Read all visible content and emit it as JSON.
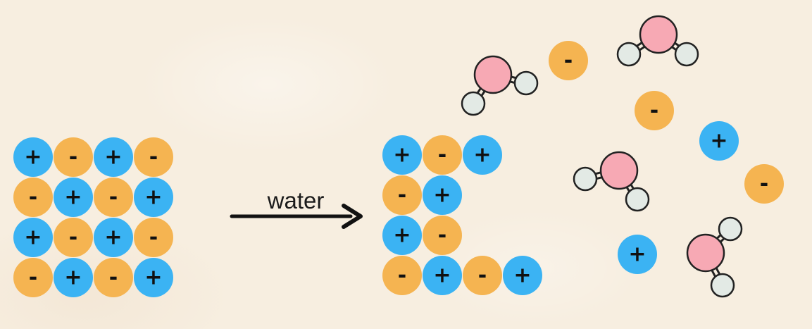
{
  "colors": {
    "cation": "#3bb3f3",
    "anion": "#f5b451",
    "oxygen": "#f7a9b4",
    "hydrogen": "#e3eae5",
    "stroke": "#222222",
    "background": "#f7eee0"
  },
  "signs": {
    "cation": "+",
    "anion": "-"
  },
  "arrow": {
    "label": "water"
  },
  "crystal": {
    "rows": [
      [
        "cation",
        "anion",
        "cation",
        "anion"
      ],
      [
        "anion",
        "cation",
        "anion",
        "cation"
      ],
      [
        "cation",
        "anion",
        "cation",
        "anion"
      ],
      [
        "anion",
        "cation",
        "anion",
        "cation"
      ]
    ]
  },
  "dissolving_crystal": {
    "rows": [
      [
        "cation",
        "anion",
        "cation"
      ],
      [
        "anion",
        "cation"
      ],
      [
        "cation",
        "anion"
      ],
      [
        "anion",
        "cation",
        "anion",
        "cation"
      ]
    ]
  },
  "free_ions": [
    "anion",
    "anion",
    "cation",
    "anion",
    "cation"
  ],
  "water_molecules": [
    {
      "name": "water-molecule-1"
    },
    {
      "name": "water-molecule-2"
    },
    {
      "name": "water-molecule-3"
    },
    {
      "name": "water-molecule-4"
    }
  ]
}
